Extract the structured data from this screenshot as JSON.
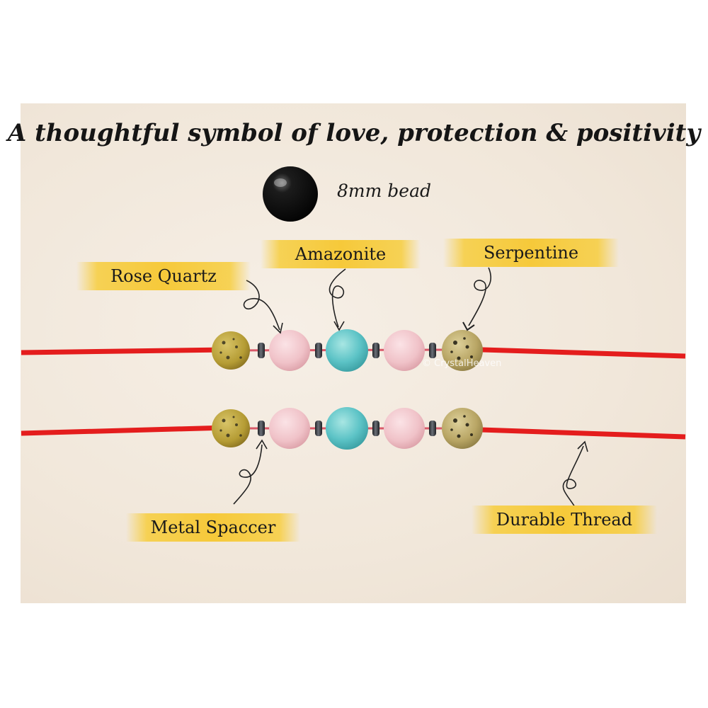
{
  "headline": "A thoughtful symbol of love, protection & positivity",
  "bead_size_label": "8mm bead",
  "labels": {
    "rose_quartz": "Rose Quartz",
    "amazonite": "Amazonite",
    "serpentine": "Serpentine",
    "metal_spacer": "Metal Spaccer",
    "durable_thread": "Durable Thread"
  },
  "watermark": "© CrystalHeaven",
  "colors": {
    "thread": "#e41d1d",
    "serpentine": "#b9a137",
    "rose_quartz": "#f2c6cb",
    "amazonite": "#5fc4c6",
    "spacer": "#2f3236",
    "label_highlight": "#f6c93a"
  }
}
